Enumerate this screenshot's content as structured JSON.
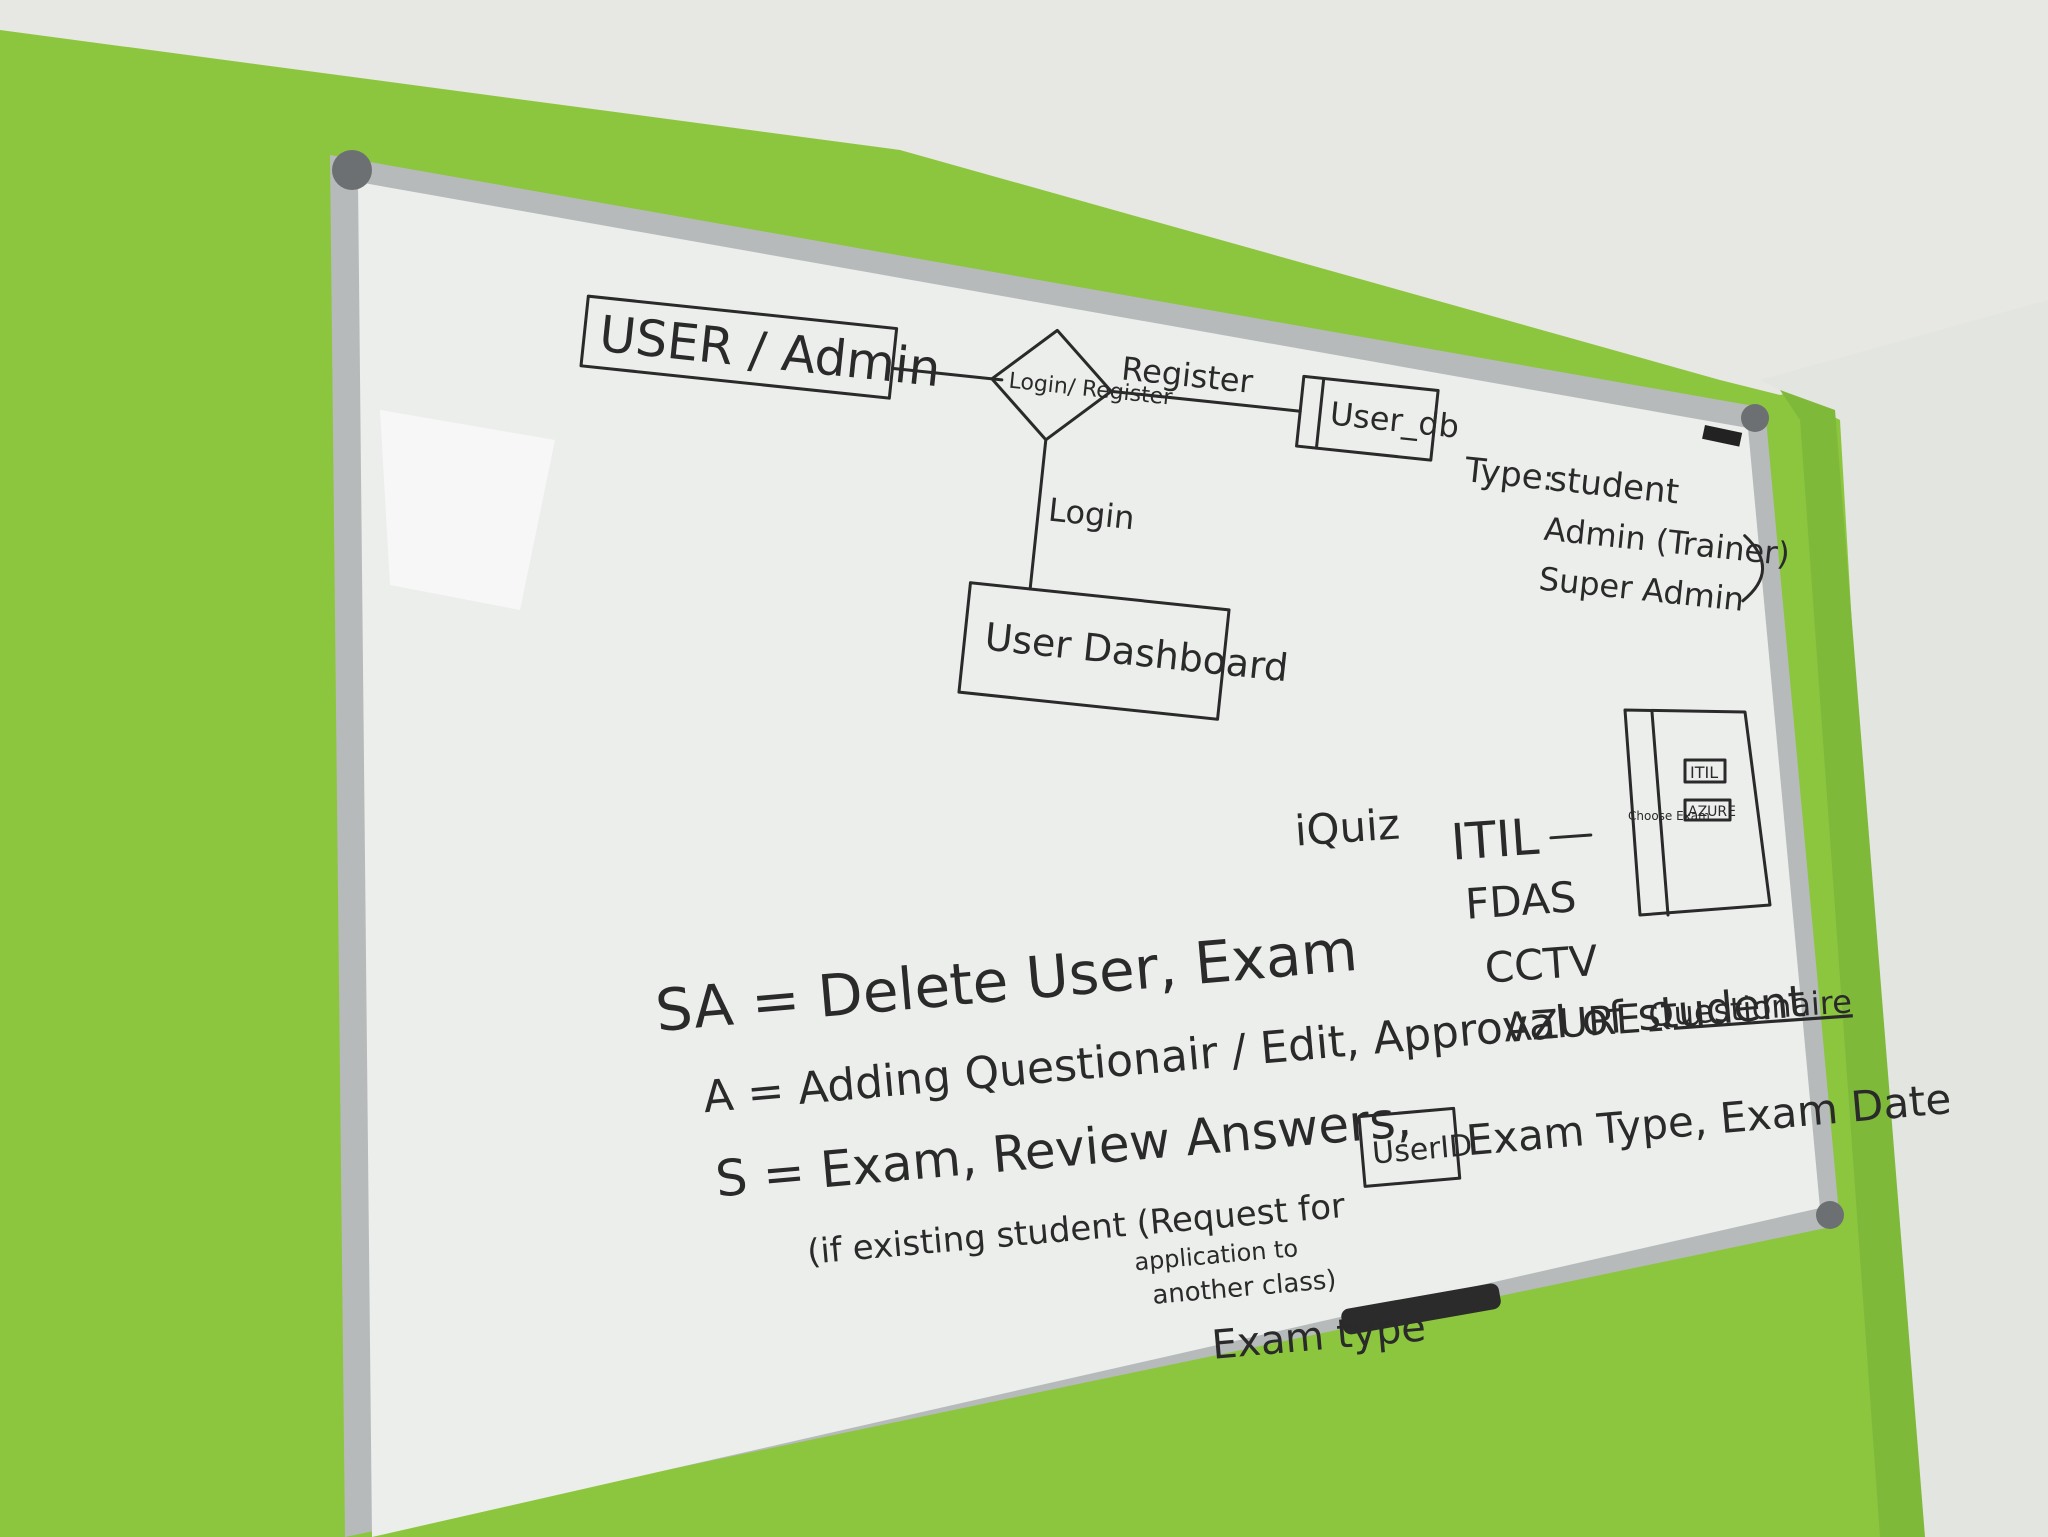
{
  "photo": {
    "wall_color": "#8cc63f",
    "ceiling_color": "#e9e9e6",
    "board_color": "#eef0ee",
    "frame_color": "#b9bcbd",
    "ink_color": "#2a2a2a"
  },
  "whiteboard": {
    "diagram": {
      "user_box": "USER / Admin",
      "decision": "Login/ Register",
      "edge_register": "Register",
      "edge_login": "Login",
      "db_box": "User_db",
      "dashboard_box": "User Dashboard"
    },
    "user_types": {
      "label": "Type:",
      "items": [
        "student",
        "Admin (Trainer)",
        "Super Admin"
      ]
    },
    "app_name": "iQuiz",
    "exam_list": [
      "ITIL",
      "FDAS",
      "CCTV",
      "AZURE"
    ],
    "questionaire": "Questionaire",
    "mini_screen": {
      "side_label": "Choose Exam",
      "items": [
        "ITIL",
        "AZURE"
      ]
    },
    "roles": [
      "SA = Delete User, Exam",
      "A = Adding Questionair / Edit, Approval of student",
      "S = Exam, Review Answers,"
    ],
    "note_lines": [
      "(if existing student (Request for",
      "application to",
      "another class)",
      "Exam type"
    ],
    "userid_box": "UserID",
    "userid_fields": "Exam Type, Exam Date"
  }
}
